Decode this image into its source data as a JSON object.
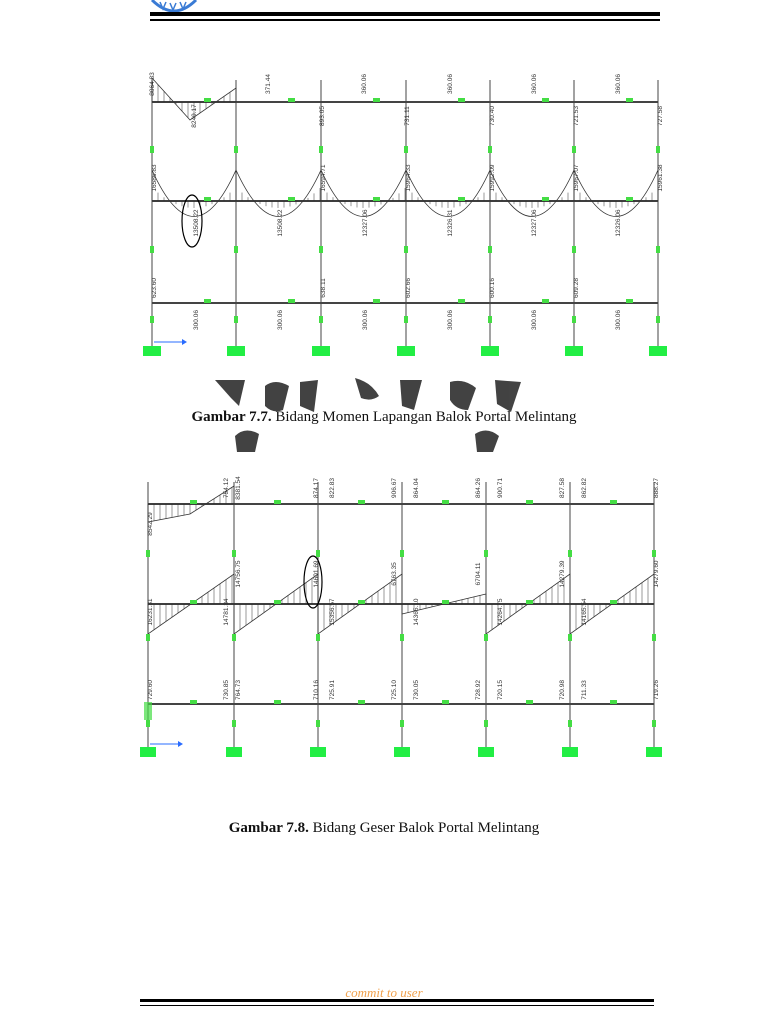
{
  "figure1": {
    "caption_label": "Gambar 7.7.",
    "caption_text": " Bidang Momen Lapangan Balok Portal Melintang",
    "top_values": [
      "8064.83",
      "8249.17",
      "371.44",
      "893.05",
      "360.06",
      "731.11",
      "360.06",
      "730.40",
      "360.06",
      "721.53",
      "360.06",
      "727.58"
    ],
    "mid_end_values": [
      "16586.83",
      "16594.71",
      "15964.33",
      "15992.09",
      "15967.07",
      "15961.38"
    ],
    "mid_span_values": [
      "13508.22",
      "13508.22",
      "12327.06",
      "12326.31",
      "12327.06",
      "12326.06"
    ],
    "bottom_end_values": [
      "623.60",
      "638.11",
      "602.66",
      "600.16",
      "609.28"
    ],
    "bottom_span_values": [
      "300.06",
      "300.06",
      "300.06",
      "300.06",
      "300.06",
      "300.06"
    ],
    "colors": {
      "member": "#444444",
      "label_green": "#44dd44",
      "support": "#22ee44",
      "axis": "#2a6cff"
    }
  },
  "figure2": {
    "caption_label": "Gambar 7.8.",
    "caption_text": " Bidang Geser Balok Portal Melintang",
    "top_values": [
      "8542.29",
      "8381.54",
      "754.12",
      "874.17",
      "822.83",
      "906.67",
      "864.04",
      "864.26",
      "900.71",
      "827.58",
      "862.82",
      "888.27"
    ],
    "mid_values": [
      "16231.31",
      "14756.75",
      "14781.34",
      "14601.69",
      "15356.57",
      "6763.35",
      "14365.10",
      "6704.11",
      "14264.75",
      "14279.39",
      "14165.54",
      "14279.60"
    ],
    "bottom_values": [
      "729.60",
      "764.73",
      "730.85",
      "710.16",
      "725.91",
      "725.10",
      "730.05",
      "728.92",
      "720.15",
      "720.98",
      "711.33",
      "719.26"
    ]
  },
  "footer": {
    "text": "commit to user"
  }
}
